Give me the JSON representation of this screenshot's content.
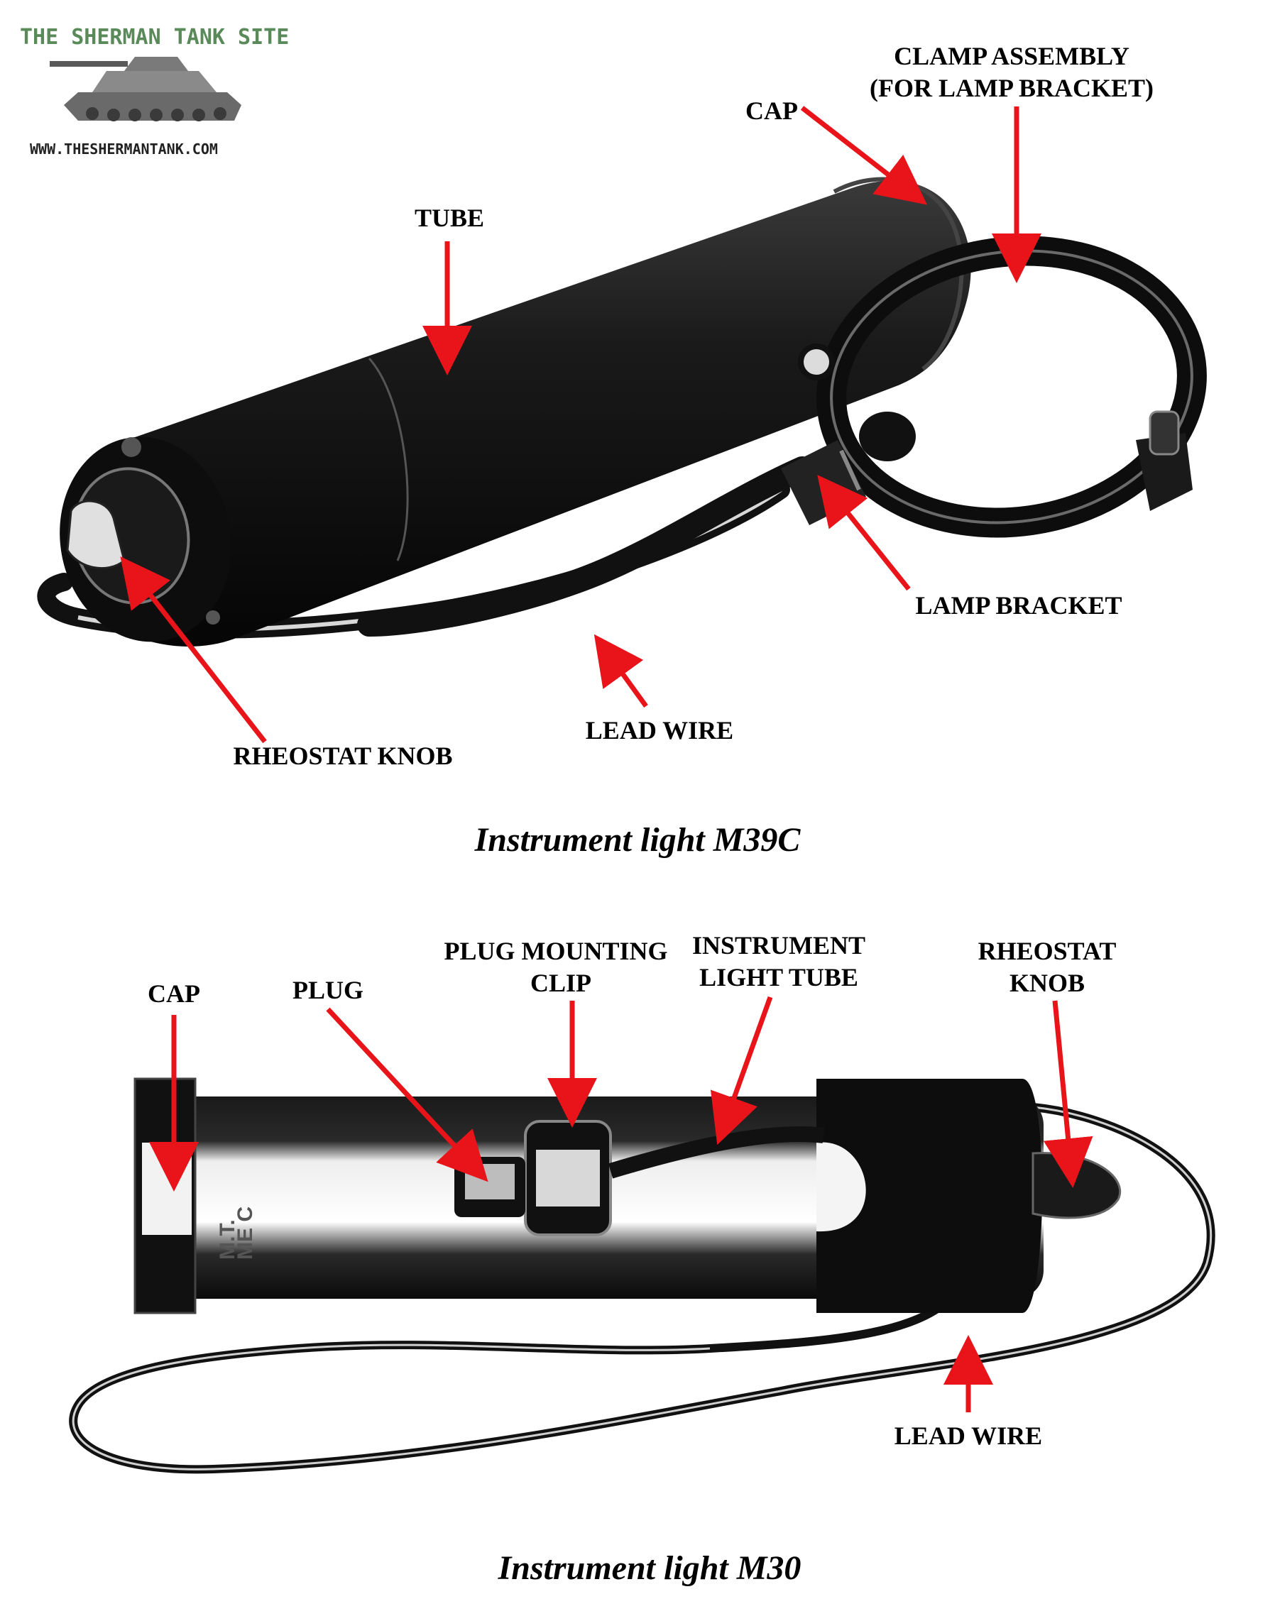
{
  "logo": {
    "title": "THE SHERMAN TANK SITE",
    "url": "WWW.THESHERMANTANK.COM",
    "title_color": "#5a8a5a"
  },
  "colors": {
    "arrow": "#e8141a",
    "text": "#000000",
    "device": "#141414"
  },
  "figure_top": {
    "caption": "Instrument light M39C",
    "labels": {
      "clamp_assembly_1": "CLAMP ASSEMBLY",
      "clamp_assembly_2": "(FOR LAMP BRACKET)",
      "cap": "CAP",
      "tube": "TUBE",
      "lamp_bracket": "LAMP BRACKET",
      "lead_wire": "LEAD WIRE",
      "rheostat_knob": "RHEOSTAT KNOB"
    }
  },
  "figure_bottom": {
    "caption": "Instrument light M30",
    "labels": {
      "cap": "CAP",
      "plug": "PLUG",
      "plug_mounting_clip_1": "PLUG MOUNTING",
      "plug_mounting_clip_2": "CLIP",
      "instrument_light_tube_1": "INSTRUMENT",
      "instrument_light_tube_2": "LIGHT TUBE",
      "rheostat_knob_1": "RHEOSTAT",
      "rheostat_knob_2": "KNOB",
      "lead_wire": "LEAD WIRE",
      "stamp_1": "M.T.",
      "stamp_2": "ME C"
    }
  }
}
